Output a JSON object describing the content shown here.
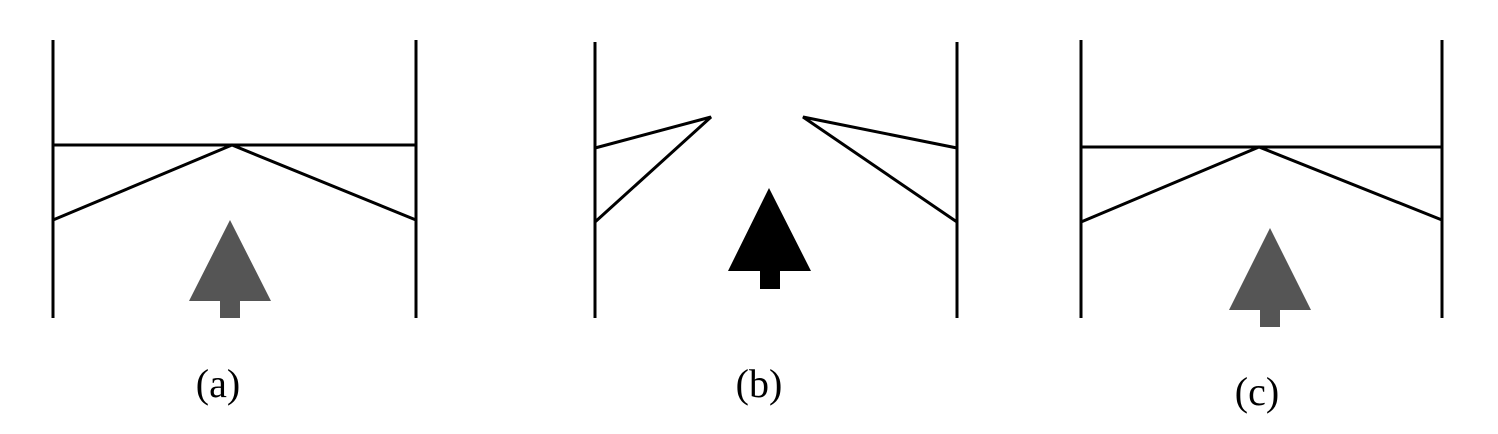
{
  "panels": [
    {
      "caption": "(a)",
      "arrow_color": "#555555"
    },
    {
      "caption": "(b)",
      "arrow_color": "#000000"
    },
    {
      "caption": "(c)",
      "arrow_color": "#555555"
    }
  ],
  "line_color": "#000000"
}
